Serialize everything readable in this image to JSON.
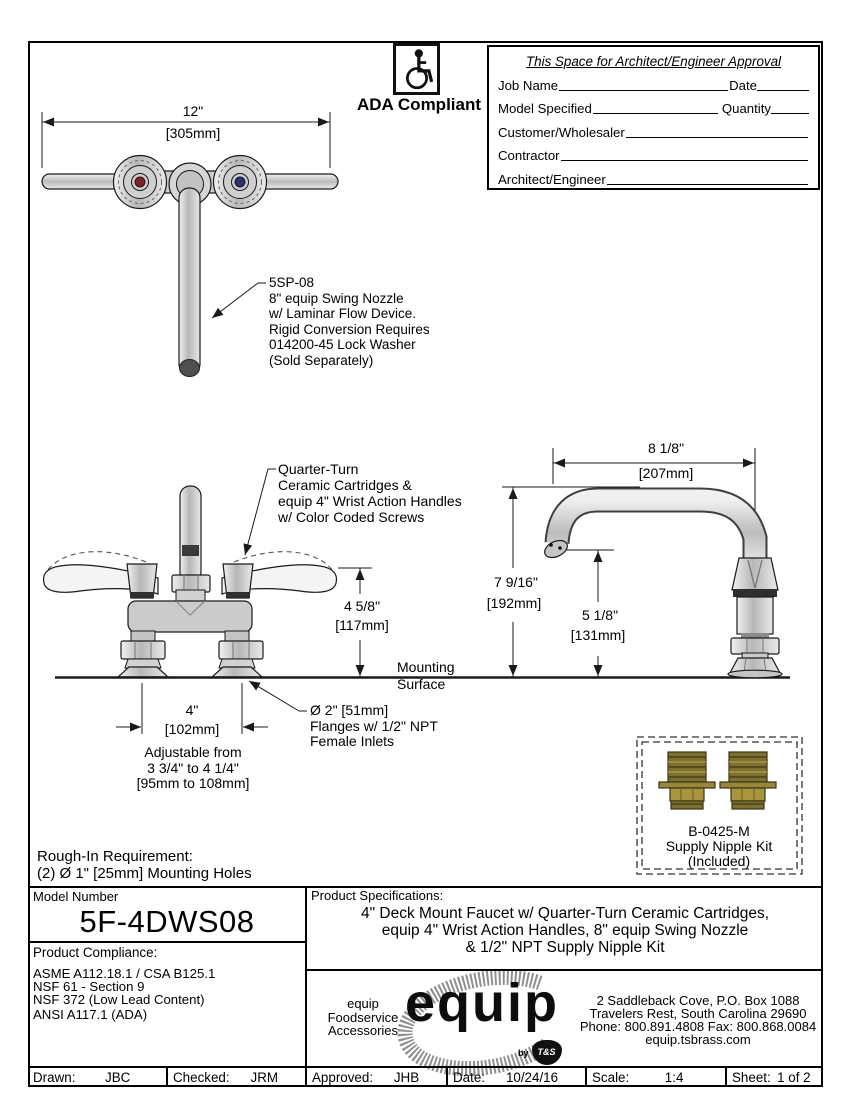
{
  "ada": {
    "label": "ADA Compliant"
  },
  "approval": {
    "title": "This Space for Architect/Engineer Approval",
    "rows": [
      {
        "label": "Job Name",
        "label2": "Date"
      },
      {
        "label": "Model Specified",
        "label2": "Quantity"
      },
      {
        "label": "Customer/Wholesaler",
        "label2": ""
      },
      {
        "label": "Contractor",
        "label2": ""
      },
      {
        "label": "Architect/Engineer",
        "label2": ""
      }
    ]
  },
  "top_view": {
    "dim_width_in": "12\"",
    "dim_width_mm": "[305mm]",
    "nozzle_note": [
      "5SP-08",
      "8\" equip Swing Nozzle",
      "w/ Laminar Flow Device.",
      "Rigid Conversion Requires",
      "014200-45 Lock Washer",
      "(Sold Separately)"
    ]
  },
  "front_view": {
    "cartridge_note": [
      "Quarter-Turn",
      "Ceramic Cartridges &",
      "equip 4\" Wrist Action Handles",
      "w/ Color Coded Screws"
    ],
    "dim_height_in": "4 5/8\"",
    "dim_height_mm": "[117mm]",
    "mounting_line1": "Mounting",
    "mounting_line2": "Surface",
    "dim_centers_in": "4\"",
    "dim_centers_mm": "[102mm]",
    "adjust_note": [
      "Adjustable from",
      "3 3/4\" to 4 1/4\"",
      "[95mm to 108mm]"
    ],
    "flange_note": [
      "Ø 2\" [51mm]",
      "Flanges w/ 1/2\" NPT",
      "Female Inlets"
    ]
  },
  "side_view": {
    "dim_reach_in": "8 1/8\"",
    "dim_reach_mm": "[207mm]",
    "dim_height_in": "7 9/16\"",
    "dim_height_mm": "[192mm]",
    "dim_outlet_in": "5 1/8\"",
    "dim_outlet_mm": "[131mm]"
  },
  "nipple_kit": {
    "lines": [
      "B-0425-M",
      "Supply Nipple Kit",
      "(Included)"
    ]
  },
  "rough_in": {
    "line1": "Rough-In Requirement:",
    "line2": "(2) Ø 1\" [25mm] Mounting Holes"
  },
  "title_block": {
    "model_label": "Model Number",
    "model_number": "5F-4DWS08",
    "compliance_label": "Product Compliance:",
    "compliance_items": [
      "ASME A112.18.1 / CSA B125.1",
      "NSF 61 - Section 9",
      "NSF 372 (Low Lead Content)",
      "ANSI A117.1 (ADA)"
    ],
    "specs_label": "Product Specifications:",
    "specs_lines": [
      "4\" Deck Mount Faucet w/ Quarter-Turn Ceramic Cartridges,",
      "equip 4\" Wrist Action Handles, 8\" equip Swing Nozzle",
      "& 1/2\" NPT Supply Nipple Kit"
    ],
    "brand_tagline": [
      "equip",
      "Foodservice",
      "Accessories"
    ],
    "logo_word": "equip",
    "logo_by": "by",
    "logo_ts": "T&S",
    "address_lines": [
      "2 Saddleback Cove, P.O. Box 1088",
      "Travelers Rest, South Carolina 29690",
      "Phone: 800.891.4808  Fax: 800.868.0084",
      "equip.tsbrass.com"
    ],
    "footer": [
      {
        "label": "Drawn:",
        "value": "JBC"
      },
      {
        "label": "Checked:",
        "value": "JRM"
      },
      {
        "label": "Approved:",
        "value": "JHB"
      },
      {
        "label": "Date:",
        "value": "10/24/16"
      },
      {
        "label": "Scale:",
        "value": "1:4"
      },
      {
        "label": "Sheet:",
        "value": "1  of  2"
      }
    ]
  },
  "colors": {
    "hot_index_red": "#7a2323",
    "cold_index_blue": "#2b3268",
    "brass": "#8a7b33",
    "line_black": "#1a1a1a"
  }
}
